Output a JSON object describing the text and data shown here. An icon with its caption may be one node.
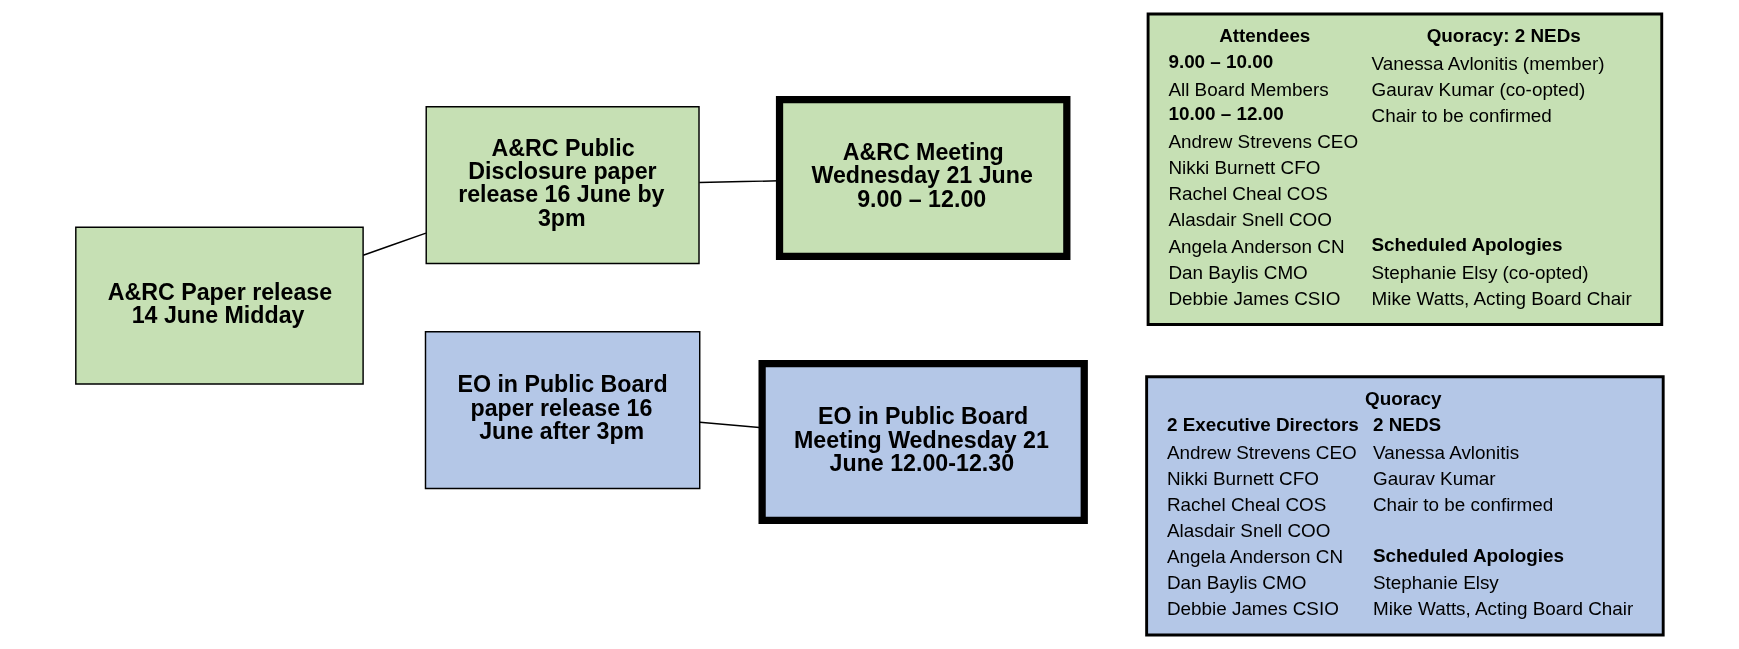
{
  "diagram": {
    "nodes": [
      {
        "text": [
          "A&RC Paper release 14 June Midday"
        ]
      },
      {
        "text": [
          "A&RC Public Disclosure paper release 16 June by 3pm"
        ]
      },
      {
        "text": [
          "A&RC Meeting Wednesday 21 June 9.00 – 12.00"
        ]
      },
      {
        "text": [
          "Attendees",
          "Quoracy: 2 NEDs",
          "9.00 – 10.00",
          "Vanessa Avlonitis (member)",
          "All Board Members",
          "Gaurav Kumar (co-opted)",
          "10.00 – 12.00",
          "Chair to be confirmed",
          "Andrew Strevens CEO",
          "Nikki Burnett CFO",
          "Rachel Cheal COS",
          "Alasdair Snell COO",
          "Angela Anderson CN",
          "Scheduled Apologies",
          "Dan Baylis CMO",
          "Stephanie Elsy (co-opted)",
          "Debbie James CSIO",
          "Mike Watts, Acting Board Chair"
        ]
      },
      {
        "text": [
          "EO in Public Board paper release 16 June after 3pm"
        ]
      },
      {
        "text": [
          "EO in Public Board Meeting Wednesday 21 June 12.00-12.30"
        ]
      },
      {
        "text": [
          "Quoracy",
          "2 Executive Directors",
          "2 NEDS",
          "Andrew Strevens CEO",
          "Vanessa Avlonitis",
          "Nikki Burnett CFO",
          "Gaurav Kumar",
          "Rachel Cheal COS",
          "Chair to be confirmed",
          "Alasdair Snell COO",
          "Angela Anderson CN",
          "Scheduled Apologies",
          "Dan Baylis CMO",
          "Stephanie Elsy",
          "Debbie James CSIO",
          "Mike Watts, Acting Board Chair"
        ]
      }
    ],
    "edges": [
      {
        "from": 0,
        "to": 1,
        "arrow": "none"
      },
      {
        "from": 1,
        "to": 2,
        "arrow": "none"
      },
      {
        "from": 4,
        "to": 5,
        "arrow": "none"
      }
    ]
  }
}
